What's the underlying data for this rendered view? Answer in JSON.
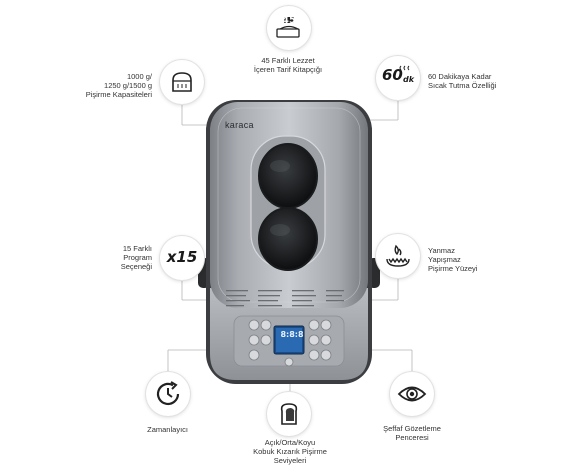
{
  "product": {
    "brand": "karaca",
    "lcd_display": "8:8:8"
  },
  "features": [
    {
      "id": "recipes",
      "icon_text": "45",
      "lines": [
        "45 Farklı Lezzet",
        "İçeren Tarif Kitapçığı"
      ]
    },
    {
      "id": "capacity",
      "lines": [
        "1000 g/",
        "1250 g/1500 g",
        "Pişirme Kapasiteleri"
      ]
    },
    {
      "id": "keep-warm",
      "icon_text": "60",
      "icon_sub": "dk",
      "lines": [
        "60 Dakikaya Kadar",
        "Sıcak Tutma Özelliği"
      ]
    },
    {
      "id": "programs",
      "icon_text": "x15",
      "lines": [
        "15 Farklı",
        "Program",
        "Seçeneği"
      ]
    },
    {
      "id": "non-stick",
      "lines": [
        "Yanmaz",
        "Yapışmaz",
        "Pişirme Yüzeyi"
      ]
    },
    {
      "id": "timer",
      "lines": [
        "Zamanlayıcı"
      ]
    },
    {
      "id": "crust",
      "lines": [
        "Açık/Orta/Koyu",
        "Kobuk Kızarık Pişirme",
        "Seviyeleri"
      ]
    },
    {
      "id": "window",
      "lines": [
        "Şeffaf Gözetleme",
        "Penceresi"
      ]
    }
  ]
}
